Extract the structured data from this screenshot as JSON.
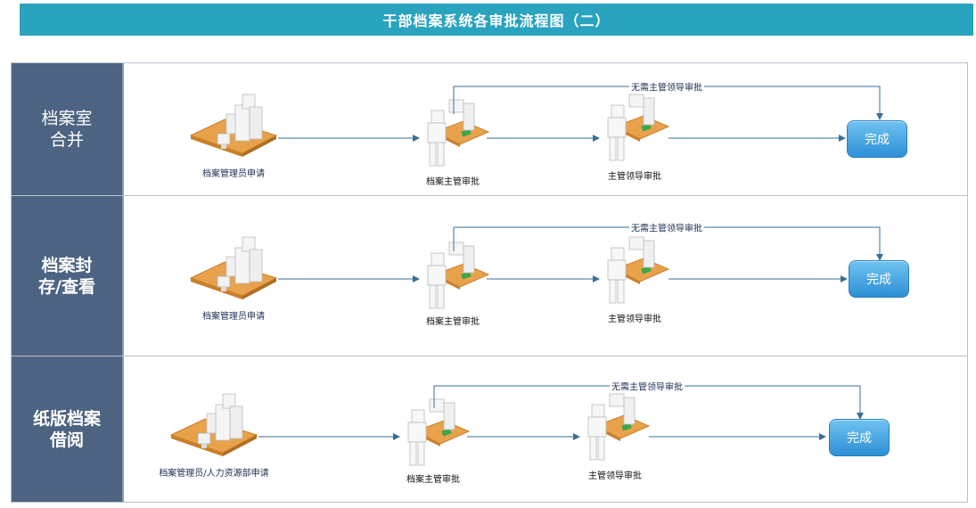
{
  "title": "干部档案系统各审批流程图（二）",
  "lanes": [
    {
      "header_line1": "档案室",
      "header_line2": "合并",
      "start_label": "档案管理员申请",
      "review_label": "档案主管审批",
      "approve_label": "主管领导审批",
      "bypass_label": "无需主管领导审批",
      "done_label": "完成"
    },
    {
      "header_line1": "档案封",
      "header_line2": "存/查看",
      "start_label": "档案管理员申请",
      "review_label": "档案主管审批",
      "approve_label": "主管领导审批",
      "bypass_label": "无需主管领导审批",
      "done_label": "完成"
    },
    {
      "header_line1": "纸版档案",
      "header_line2": "借阅",
      "start_label": "档案管理员/人力资源部申请",
      "review_label": "档案主管审批",
      "approve_label": "主管领导审批",
      "bypass_label": "无需主管领导审批",
      "done_label": "完成"
    }
  ],
  "colors": {
    "title_bar": "#2aa3bf",
    "lane_header": "#4c6382",
    "arrow": "#3a6f96",
    "done_button": "#2e8fd6",
    "desk": "#e8a24c"
  }
}
